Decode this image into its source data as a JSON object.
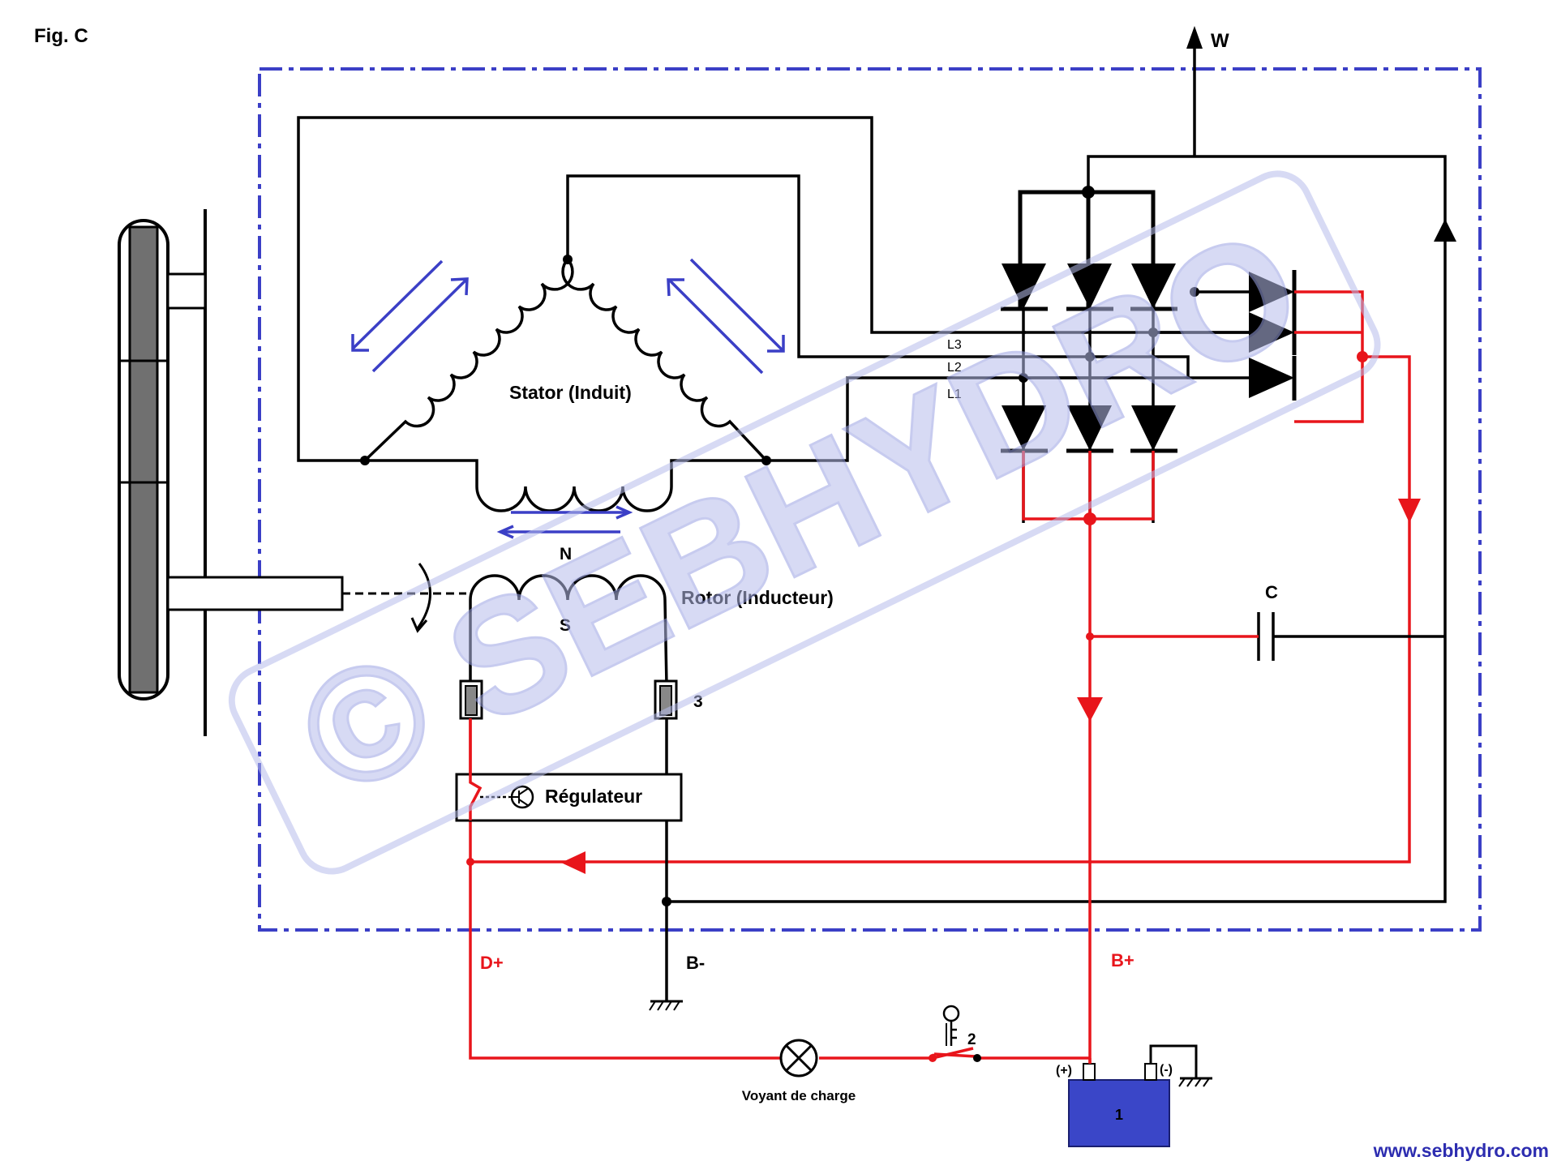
{
  "figure": {
    "label": "Fig. C"
  },
  "components": {
    "stator_label": "Stator (Induit)",
    "rotor_label": "Rotor (Inducteur)",
    "rotor_pole_n": "N",
    "rotor_pole_s": "S",
    "regulator_label": "Régulateur",
    "capacitor_label": "C",
    "brush_label": "3",
    "key_label": "2",
    "battery_label": "1",
    "battery_plus": "(+)",
    "battery_minus": "(-)",
    "lamp_label": "Voyant de charge"
  },
  "phases": {
    "l1": "L1",
    "l2": "L2",
    "l3": "L3"
  },
  "terminals": {
    "w": "W",
    "d_plus": "D+",
    "b_minus": "B-",
    "b_plus": "B+"
  },
  "watermark": {
    "text": "© SEBHYDRO"
  },
  "footer": {
    "website": "www.sebhydro.com"
  },
  "colors": {
    "wire": "#000000",
    "current": "#e8151b",
    "frame": "#3b3fc6",
    "battery": "#3a46c8",
    "watermark": "#c9cdf0",
    "website": "#2d2db0"
  }
}
